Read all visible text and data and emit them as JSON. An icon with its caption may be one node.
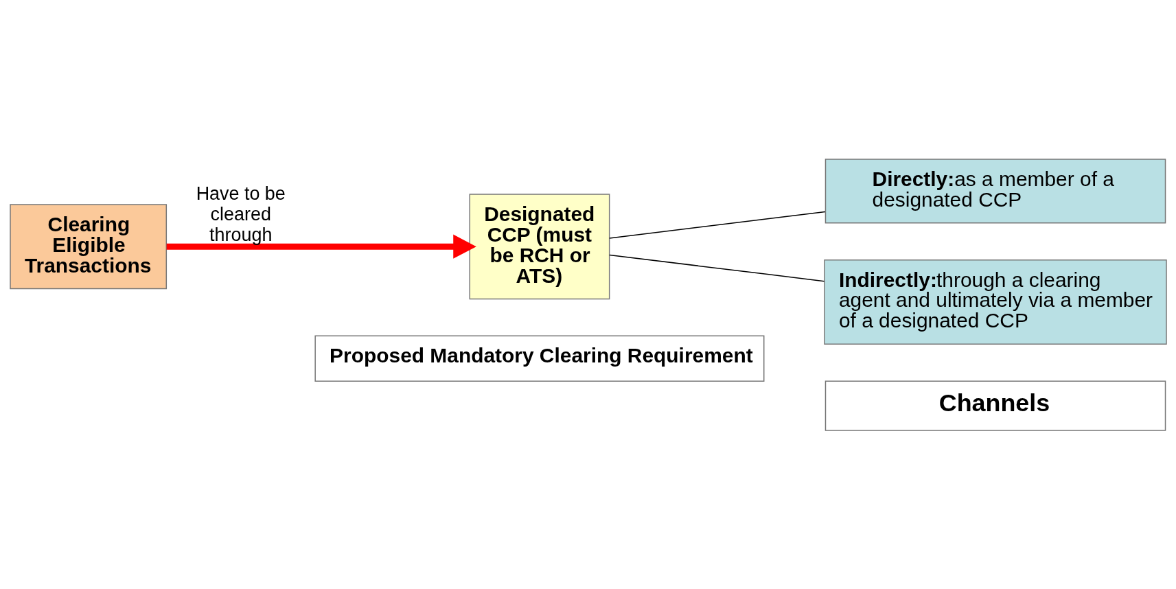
{
  "diagram": {
    "nodes": [
      {
        "text": [
          "Proposed Mandatory Clearing Requirement"
        ]
      },
      {
        "text": [
          "Channels"
        ]
      },
      {
        "text": [
          "Clearing Eligible Transactions"
        ]
      },
      {
        "text": [
          "Designated CCP (must be RCH or ATS)"
        ]
      },
      {
        "text": [
          "Directly:",
          "as a member of a designated CCP"
        ]
      },
      {
        "text": [
          "Indirectly:",
          "through a clearing agent and ultimately via a member of a designated CCP"
        ]
      }
    ],
    "edges": [
      {
        "from": 2,
        "to": 3,
        "arrow": "to",
        "label": "Have to be cleared through",
        "style": "thick",
        "color": "#ff0000"
      },
      {
        "from": 3,
        "to": 4,
        "arrow": "none"
      },
      {
        "from": 3,
        "to": 5,
        "arrow": "none"
      }
    ]
  }
}
